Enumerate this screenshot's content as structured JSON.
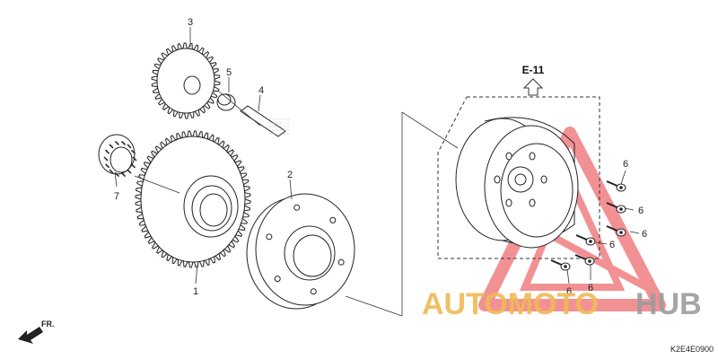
{
  "diagram": {
    "callouts": {
      "p1": "1",
      "p2": "2",
      "p3": "3",
      "p4": "4",
      "p5": "5",
      "p7": "7",
      "p6a": "6",
      "p6b": "6",
      "p6c": "6",
      "p6d": "6",
      "p6e": "6",
      "p6f": "6"
    },
    "section_ref": "E-11",
    "direction_label": "FR.",
    "diagram_code": "K2E4E0900"
  },
  "watermark": {
    "text_part1": "AUTOMOTO",
    "text_part2": "HUB",
    "color_primary": "#e8383d",
    "color_text1": "#f0b955",
    "color_text2": "#9c9c9c"
  }
}
